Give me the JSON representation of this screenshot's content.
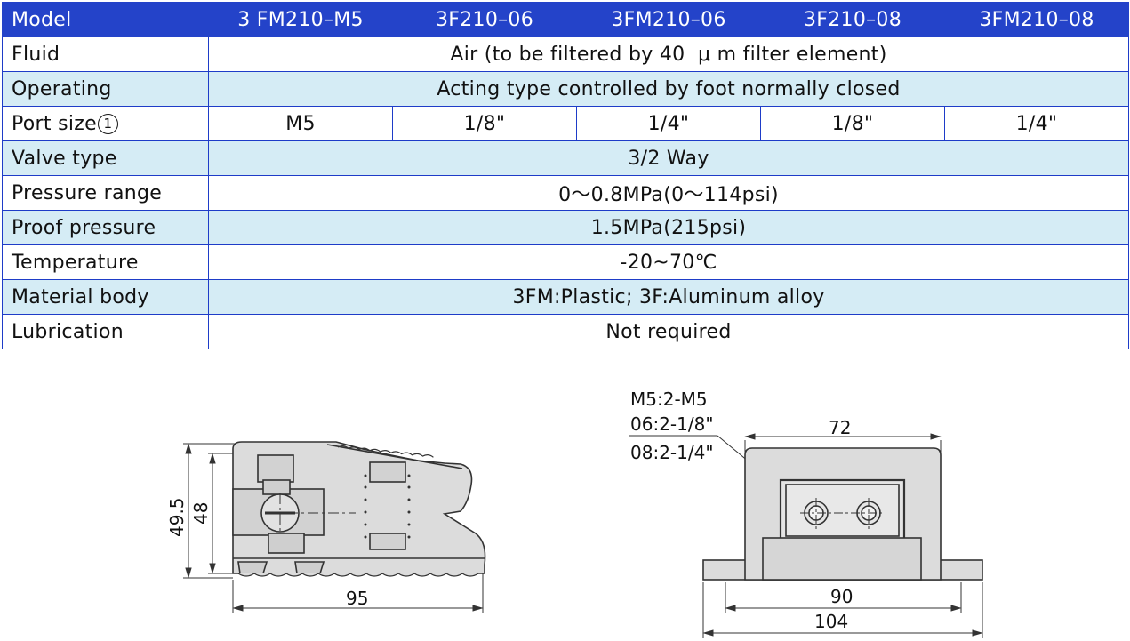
{
  "table": {
    "header": {
      "label": "Model",
      "models": [
        "3 FM210–M5",
        "3F210–06",
        "3FM210–06",
        "3F210–08",
        "3FM210–08"
      ]
    },
    "rows": [
      {
        "label": "Fluid",
        "value": "Air (to be filtered by 40  μ m filter element)"
      },
      {
        "label": "Operating",
        "value": "Acting type controlled by foot normally closed"
      },
      {
        "label": "Port size",
        "label_mark": "1",
        "values": [
          "M5",
          "1/8\"",
          "1/4\"",
          "1/8\"",
          "1/4\""
        ]
      },
      {
        "label": "Valve type",
        "value": "3/2 Way"
      },
      {
        "label": "Pressure range",
        "value": "0～0.8MPa(0～114psi)"
      },
      {
        "label": "Proof pressure",
        "value": "1.5MPa(215psi)"
      },
      {
        "label": "Temperature",
        "value": "-20~70℃"
      },
      {
        "label": "Material body",
        "value": "3FM:Plastic; 3F:Aluminum alloy"
      },
      {
        "label": "Lubrication",
        "value": "Not required"
      }
    ]
  },
  "side_view": {
    "dims": {
      "height_outer": "49.5",
      "height_inner": "48",
      "length": "95"
    }
  },
  "front_view": {
    "port_notes": [
      "M5:2-M5",
      "06:2-1/8\"",
      "08:2-1/4\""
    ],
    "dims": {
      "top_width": "72",
      "inner_width": "90",
      "overall_width": "104"
    }
  },
  "colors": {
    "header_bg": "#2443c9",
    "border": "#1e3cc8",
    "row_shade": "#d5ecf5",
    "drawing_fill": "#dcdcdc",
    "drawing_stroke": "#333333"
  }
}
